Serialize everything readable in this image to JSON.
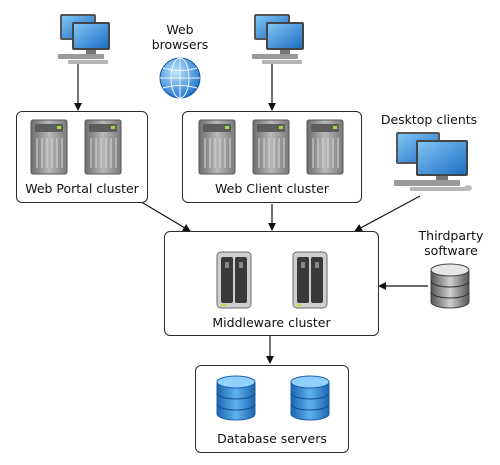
{
  "labels": {
    "web_browsers_line1": "Web",
    "web_browsers_line2": "browsers",
    "desktop_clients": "Desktop clients",
    "thirdparty_line1": "Thirdparty",
    "thirdparty_line2": "software"
  },
  "boxes": {
    "web_portal": "Web Portal cluster",
    "web_client": "Web Client cluster",
    "middleware": "Middleware cluster",
    "database": "Database servers"
  },
  "icons": [
    "computer-icon",
    "globe-icon",
    "server-tower-icon",
    "nas-server-icon",
    "database-icon"
  ],
  "colors": {
    "border": "#2b2b2b",
    "monitor_blue": "#2f86d6",
    "server_gray": "#8a8a8a",
    "database_blue": "#2f8ad8",
    "nas_dark": "#3a3a3a"
  }
}
